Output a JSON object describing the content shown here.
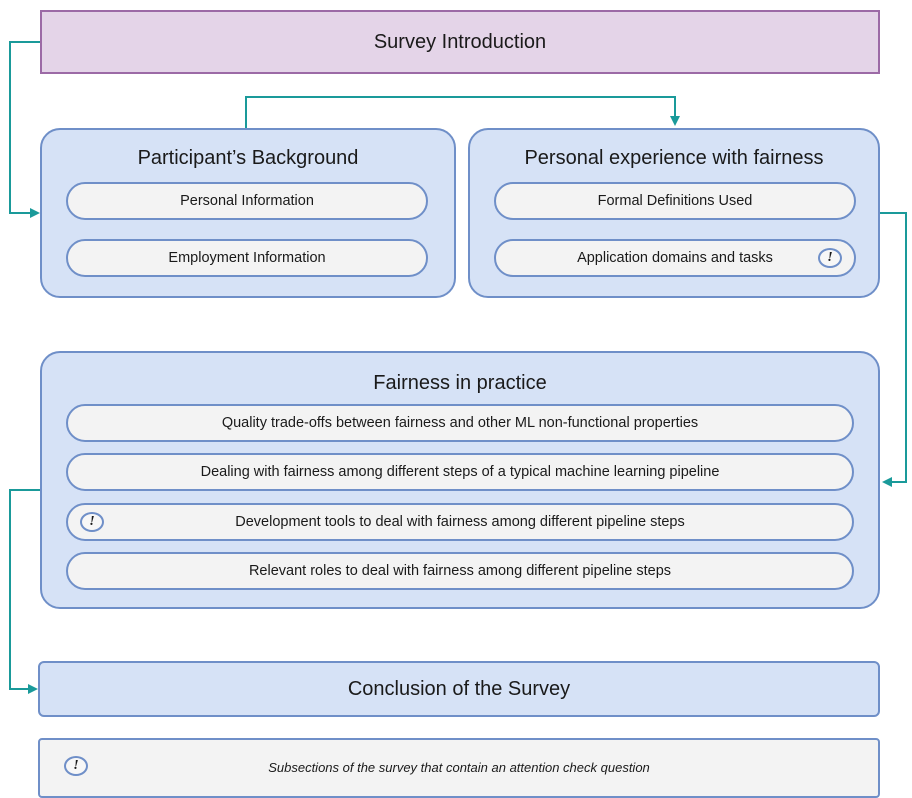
{
  "intro": {
    "label": "Survey Introduction"
  },
  "background": {
    "title": "Participant’s Background",
    "items": [
      "Personal Information",
      "Employment Information"
    ]
  },
  "experience": {
    "title": "Personal experience with fairness",
    "items": [
      "Formal Definitions Used",
      "Application domains and tasks"
    ]
  },
  "practice": {
    "title": "Fairness in practice",
    "items": [
      "Quality trade-offs between fairness and other ML non-functional properties",
      "Dealing with fairness among different steps of a typical machine learning pipeline",
      "Development tools to deal with fairness among different pipeline steps",
      "Relevant roles to deal with fairness among different pipeline steps"
    ]
  },
  "conclusion": {
    "label": "Conclusion of the Survey"
  },
  "legend": {
    "symbol": "!",
    "text": "Subsections of the survey that contain an attention check question"
  },
  "colors": {
    "intro_fill": "#e4d4e8",
    "intro_border": "#9c6aa6",
    "panel_fill": "#d6e2f6",
    "panel_border": "#6f8fc8",
    "item_fill": "#f3f3f3",
    "connector": "#1a9a9a"
  }
}
